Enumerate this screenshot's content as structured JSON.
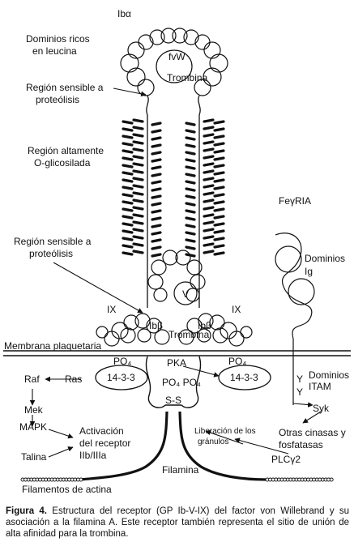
{
  "labels": {
    "ib_alpha": "Ibα",
    "leucine_domains": [
      "Dominios ricos",
      "en leucina"
    ],
    "fvw": "fvW",
    "thrombin_top": "Trombina",
    "proteolysis_top": [
      "Región sensible a",
      "proteólisis"
    ],
    "glyco": [
      "Región altamente",
      "O-glicosilada"
    ],
    "fcgria": "FeγRIA",
    "proteolysis_mid": [
      "Región sensible a",
      "proteólisis"
    ],
    "ig_domains": [
      "Dominios",
      "Ig"
    ],
    "v": "V",
    "ix_left": "IX",
    "ix_right": "IX",
    "ib_beta_left": "Ibβ",
    "ib_beta_right": "Ibβ",
    "thrombin_mid": "Trombina",
    "membrane": "Membrana plaquetaria",
    "po4_left": "PO₄",
    "po4_right": "PO₄",
    "pka": "PKA",
    "po4_pair": "PO₄ PO₄",
    "ras": "Ras",
    "raf": "Raf",
    "mek": "Mek",
    "mapk": "MAPK",
    "protein_1433_left": "14-3-3",
    "protein_1433_right": "14-3-3",
    "ss": "S-S",
    "itam": [
      "Dominios",
      "ITAM"
    ],
    "y": "Y",
    "syk": "Syk",
    "receptor_activation": [
      "Activación",
      "del receptor",
      "IIb/IIIa"
    ],
    "granule_release": [
      "Liberación de los",
      "gránulos"
    ],
    "kinases": [
      "Otras cinasas y",
      "fosfatasas"
    ],
    "talina": "Talina",
    "plcg2": "PLCγ2",
    "filamina": "Filamina",
    "actin": "Filamentos de actina"
  },
  "caption": {
    "lead": "Figura 4.",
    "text": " Estructura del receptor (GP Ib-V-IX) del factor von Willebrand y su asociación a la filamina A. Este receptor también representa el sitio de unión de alta afinidad para la trombina."
  }
}
